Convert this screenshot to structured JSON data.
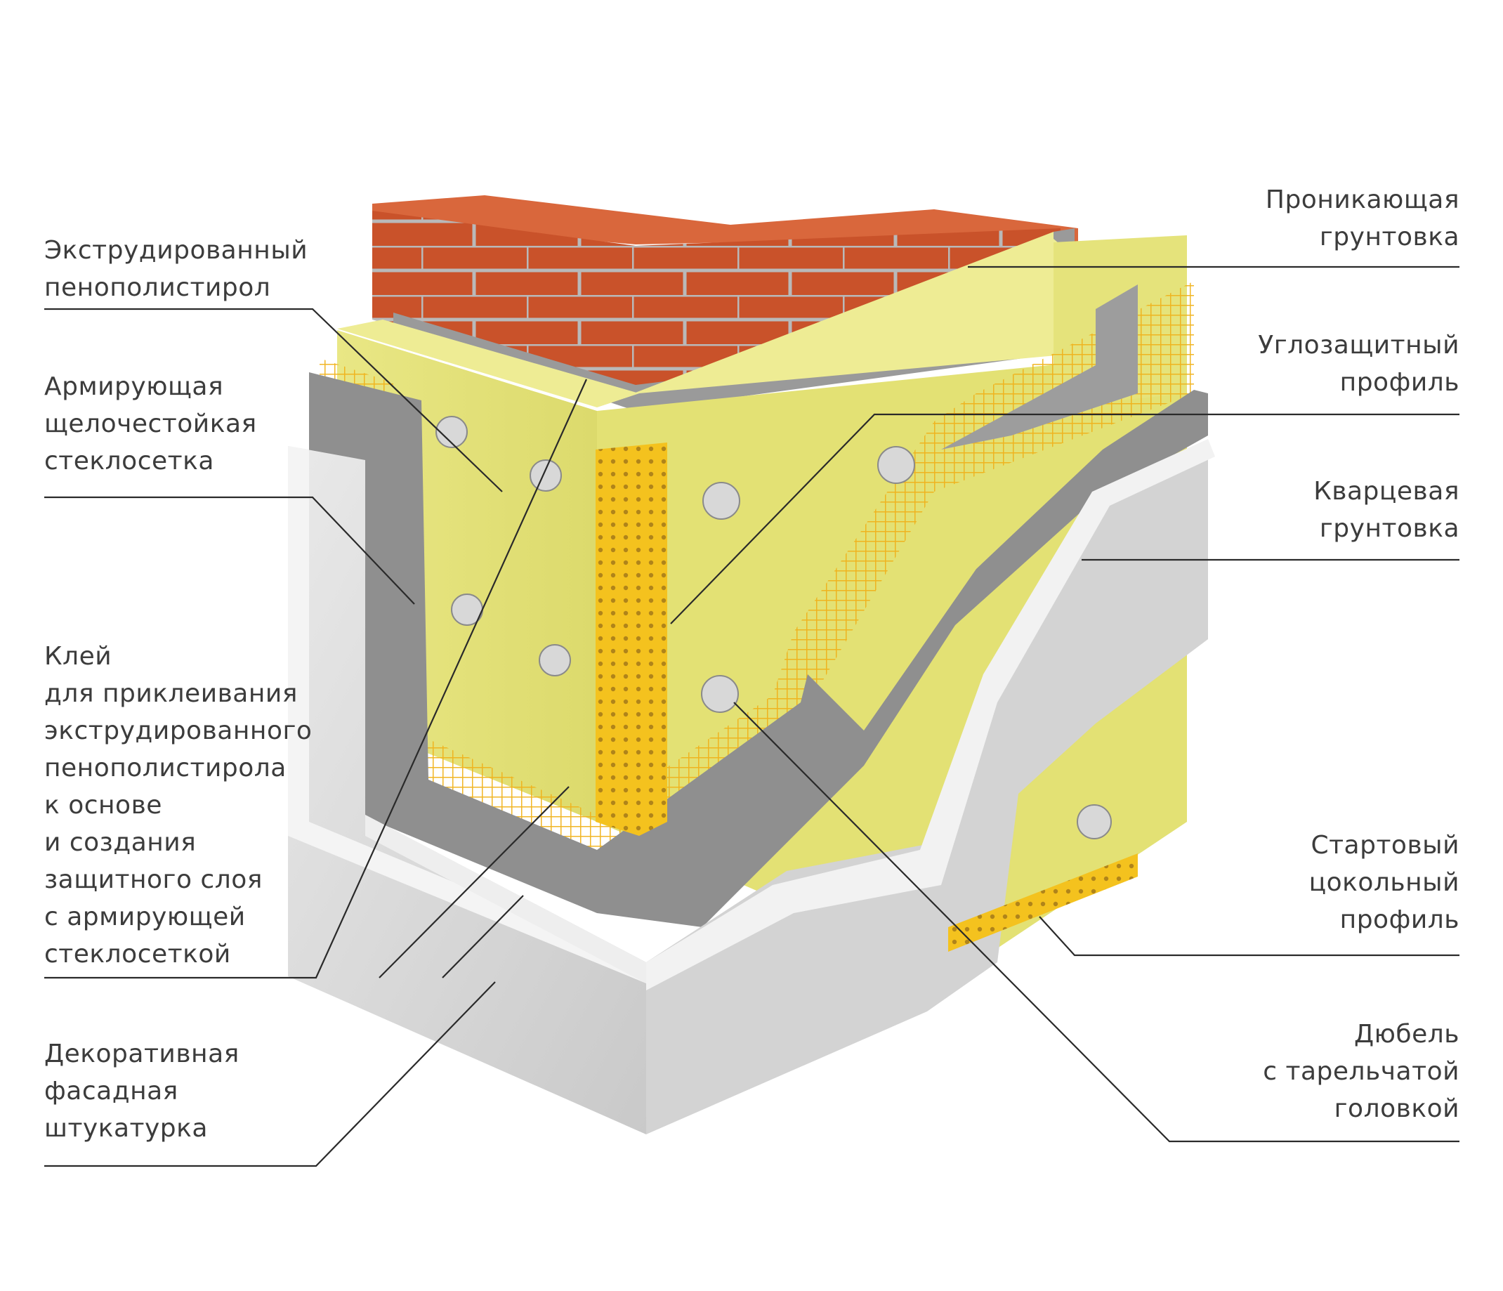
{
  "diagram": {
    "labels_left": [
      {
        "id": "xps",
        "lines": [
          "Экструдированный",
          "пенополистирол"
        ]
      },
      {
        "id": "mesh",
        "lines": [
          "Армирующая",
          "щелочестойкая",
          "стеклосетка"
        ]
      },
      {
        "id": "adhesive",
        "lines": [
          "Клей",
          "для приклеивания",
          "экструдированного",
          "пенополистирола",
          "к основе",
          "и создания",
          "защитного слоя",
          "с армирующей",
          "стеклосеткой"
        ]
      },
      {
        "id": "plaster",
        "lines": [
          "Декоративная",
          "фасадная",
          "штукатурка"
        ]
      }
    ],
    "labels_right": [
      {
        "id": "primer",
        "lines": [
          "Проникающая",
          "грунтовка"
        ]
      },
      {
        "id": "corner",
        "lines": [
          "Углозащитный",
          "профиль"
        ]
      },
      {
        "id": "quartz",
        "lines": [
          "Кварцевая",
          "грунтовка"
        ]
      },
      {
        "id": "starter",
        "lines": [
          "Стартовый",
          "цокольный",
          "профиль"
        ]
      },
      {
        "id": "dowel",
        "lines": [
          "Дюбель",
          "с тарельчатой",
          "головкой"
        ]
      }
    ],
    "colors": {
      "brick": "#c9522a",
      "mortar": "#b8b8b8",
      "xps": "#e4e27a",
      "mesh": "#f2b51c",
      "adhesive": "#8f8f8f",
      "plaster": "#dcdcdc",
      "leader": "#2a2a2a",
      "text": "#3c3c3c"
    }
  }
}
